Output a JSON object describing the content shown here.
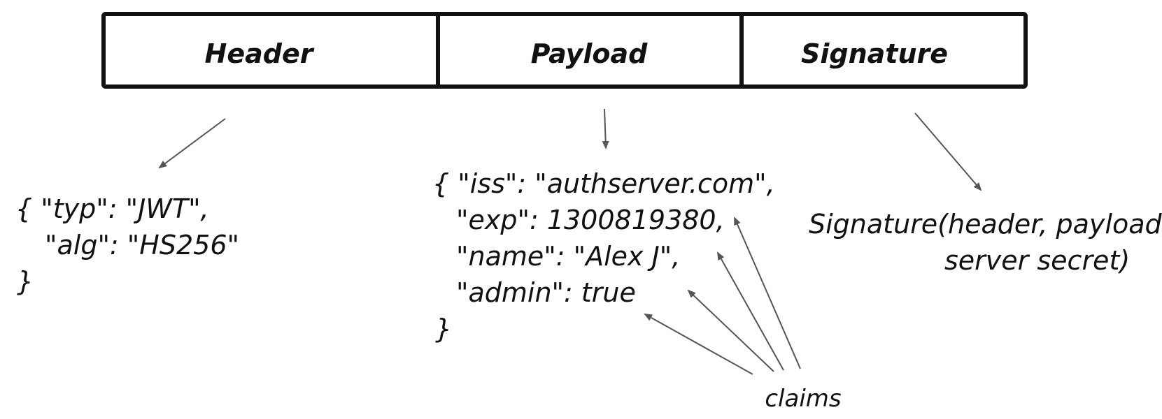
{
  "segments": [
    {
      "label": "Header"
    },
    {
      "label": "Payload"
    },
    {
      "label": "Signature"
    }
  ],
  "header_json": {
    "lines": [
      "{ \"typ\": \"JWT\",",
      "\"alg\": \"HS256\"",
      "}"
    ]
  },
  "payload_json": {
    "lines": [
      "{ \"iss\": \"authserver.com\",",
      "\"exp\": 1300819380,",
      "\"name\": \"Alex J\",",
      "\"admin\": true",
      "}"
    ]
  },
  "signature_formula": {
    "lines": [
      "Signature(header, payload,",
      "server secret)"
    ]
  },
  "claims_label": "claims",
  "colors": {
    "ink": "#111111",
    "arrow": "#555555",
    "background": "#ffffff"
  }
}
